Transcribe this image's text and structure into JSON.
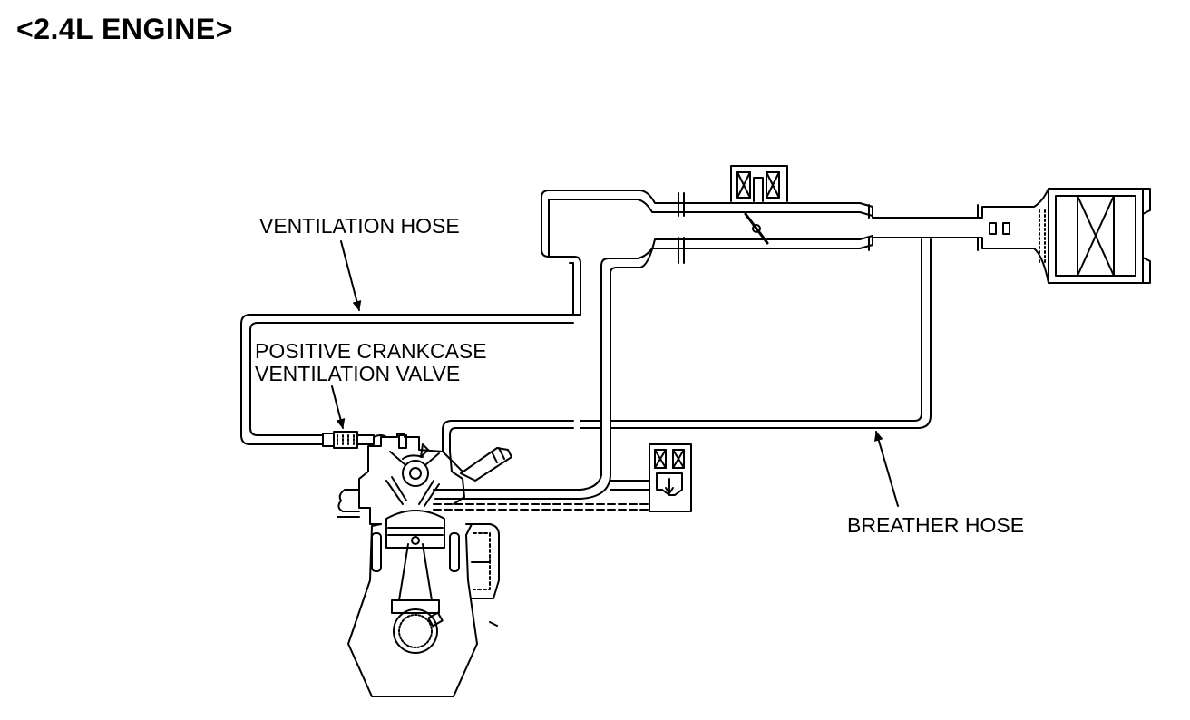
{
  "title": "<2.4L ENGINE>",
  "labels": {
    "ventilation_hose": "VENTILATION HOSE",
    "pcv_valve_line1": "POSITIVE CRANKCASE",
    "pcv_valve_line2": "VENTILATION VALVE",
    "breather_hose": "BREATHER HOSE"
  }
}
